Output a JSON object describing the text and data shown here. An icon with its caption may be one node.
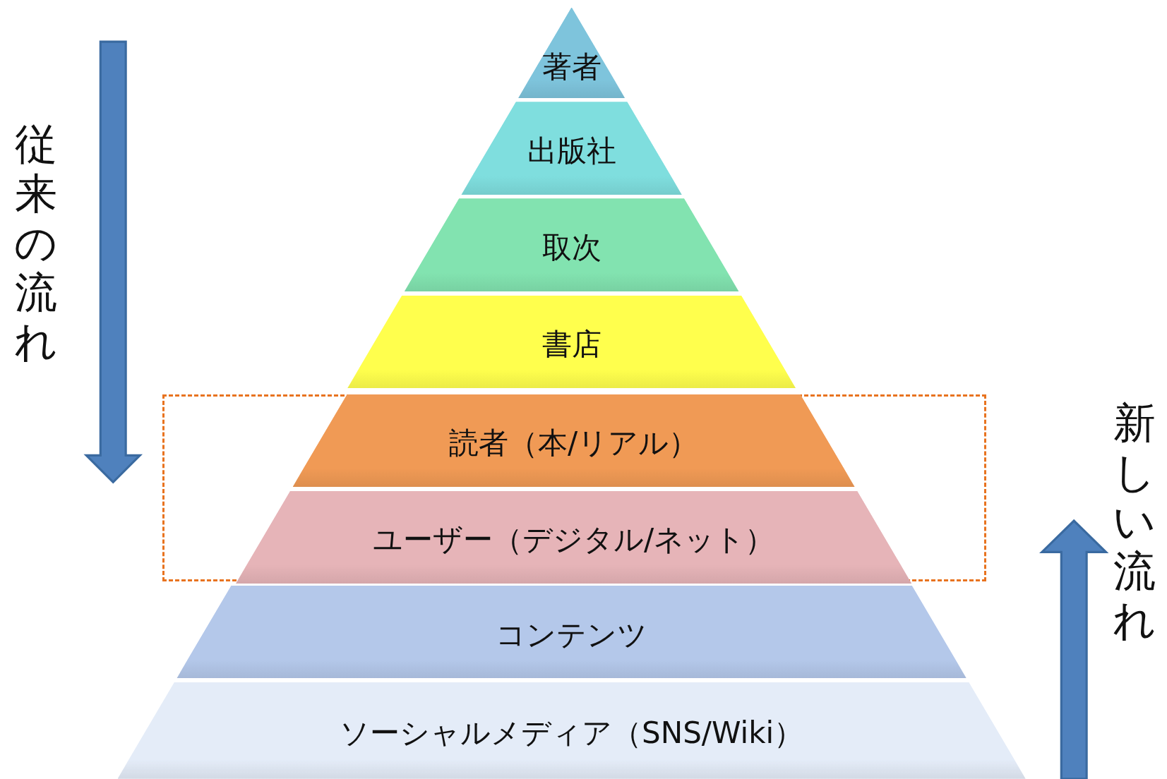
{
  "diagram": {
    "nodes": [
      {
        "text": [
          "著者"
        ]
      },
      {
        "text": [
          "出版社"
        ]
      },
      {
        "text": [
          "取次"
        ]
      },
      {
        "text": [
          "書店"
        ]
      },
      {
        "text": [],
        "shape": "box"
      },
      {
        "text": [
          "読者（本/リアル）"
        ],
        "in": 4
      },
      {
        "text": [
          "ユーザー（デジタル/ネット）"
        ],
        "in": 4
      },
      {
        "text": [
          "コンテンツ"
        ]
      },
      {
        "text": [
          "ソーシャルメディア（SNS/Wiki）"
        ]
      }
    ],
    "edges": [],
    "labels": [
      "従来の流れ",
      "新しい流れ"
    ]
  }
}
